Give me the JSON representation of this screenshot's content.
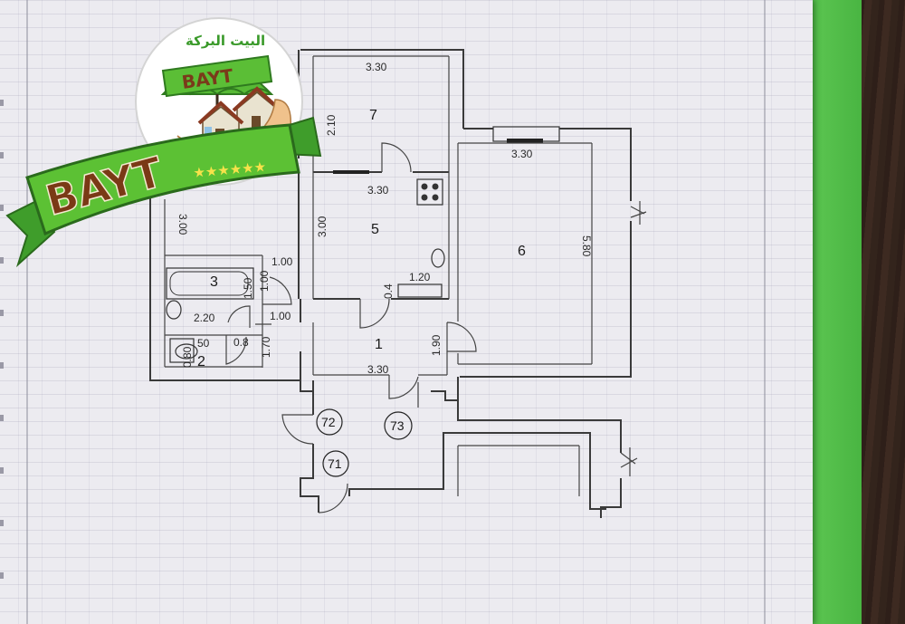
{
  "logo": {
    "arabic_text": "البيت البركة",
    "brand_small": "BAYT",
    "brand_ribbon": "BAYT",
    "stars": "★★★★★★"
  },
  "rooms": {
    "r7": "7",
    "r5": "5",
    "r6": "6",
    "r3": "3",
    "r2": "2",
    "r1": "1"
  },
  "circled": {
    "c72": "72",
    "c73": "73",
    "c71": "71"
  },
  "dimensions": {
    "d_330_top7": "3.30",
    "d_210": "2.10",
    "d_330_mid5": "3.30",
    "d_330_top6": "3.30",
    "d_300_left5": "3.00",
    "d_300_left": "3.00",
    "d_580": "5.80",
    "d_120": "1.20",
    "d_04": "0.4",
    "d_100_a": "1.00",
    "d_100_b": "1.00",
    "d_100_c": "1.00",
    "d_150": "1.50",
    "d_220": "2.20",
    "d_170": "1.70",
    "d_08": "0.8",
    "d_50": "50",
    "d_080": "0.80",
    "d_190": "1.90",
    "d_330_bottom": "3.30"
  }
}
